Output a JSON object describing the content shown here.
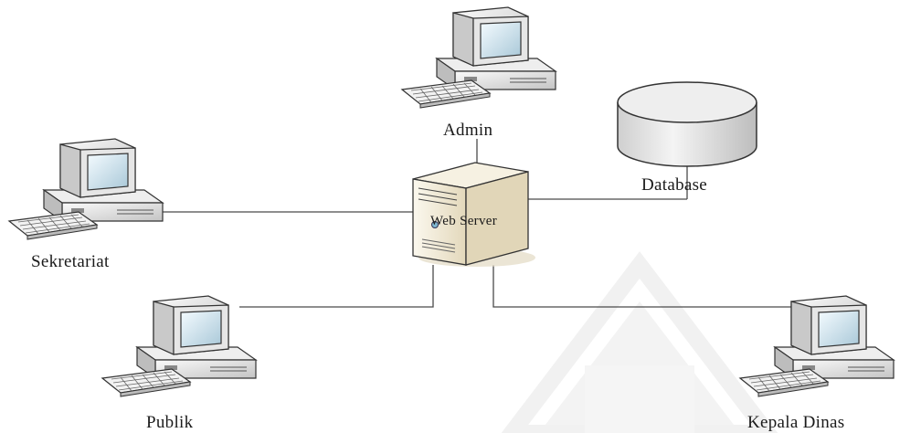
{
  "diagram": {
    "nodes": {
      "admin": {
        "label": "Admin",
        "icon": "desktop-computer-icon"
      },
      "database": {
        "label": "Database",
        "icon": "database-cylinder-icon"
      },
      "webserver": {
        "label": "Web Server",
        "icon": "server-tower-icon"
      },
      "sekretariat": {
        "label": "Sekretariat",
        "icon": "desktop-computer-icon"
      },
      "publik": {
        "label": "Publik",
        "icon": "desktop-computer-icon"
      },
      "kepala": {
        "label": "Kepala Dinas",
        "icon": "desktop-computer-icon"
      }
    },
    "edges": [
      {
        "from": "admin",
        "to": "webserver"
      },
      {
        "from": "database",
        "to": "webserver"
      },
      {
        "from": "sekretariat",
        "to": "webserver"
      },
      {
        "from": "publik",
        "to": "webserver"
      },
      {
        "from": "kepala",
        "to": "webserver"
      }
    ]
  },
  "colors": {
    "line": "#4a4a4a",
    "monitor_body": "#e4e4e4",
    "screen": "#cfe3ee",
    "server_body": "#f1ead6",
    "server_shadow": "#d9cfb4",
    "database_fill": "#e8e8e8",
    "watermark": "#f3f3f3"
  }
}
